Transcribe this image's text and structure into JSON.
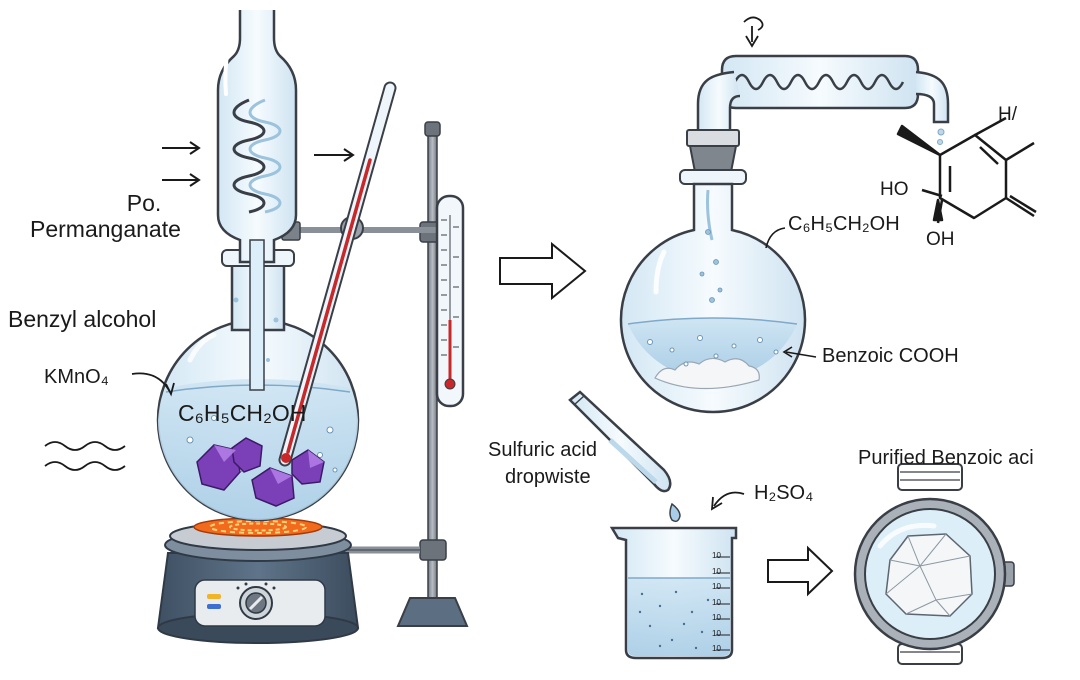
{
  "labels": {
    "potassium_line1": "Po.",
    "potassium_line2": "Permanganate",
    "benzyl_alcohol": "Benzyl alcohol",
    "kmno4": "KMnO₄",
    "flask_formula": "C₆H₅CH₂OH",
    "collect_formula": "C₆H₅CH₂OH",
    "benzoic_cooh": "Benzoic COOH",
    "sulfuric_line1": "Sulfuric acid",
    "sulfuric_line2": "dropwiste",
    "h2so4": "H₂SO₄",
    "purified": "Purified Benzoic aci",
    "ho": "HO",
    "oh": "OH",
    "h_top": "H/"
  },
  "beaker_scale": [
    "10",
    "10",
    "10",
    "10",
    "10",
    "10",
    "10"
  ],
  "colors": {
    "outline": "#3a3f47",
    "glass": "#e3f1fa",
    "liquid": "#bcd9ec",
    "crystal_purple": "#7b3fb8",
    "heater_body": "#4f6378",
    "heater_glow": "#f26a1b",
    "thermometer_red": "#c8282a",
    "stand_metal": "#8a9098",
    "white_solid": "#f4f6f8"
  },
  "icons": [
    "condenser-icon",
    "thermometer-icon",
    "hot-plate-icon",
    "round-flask-icon",
    "dropper-icon",
    "beaker-icon",
    "watch-glass-icon",
    "hollow-arrow-icon",
    "benzene-ring-icon"
  ]
}
